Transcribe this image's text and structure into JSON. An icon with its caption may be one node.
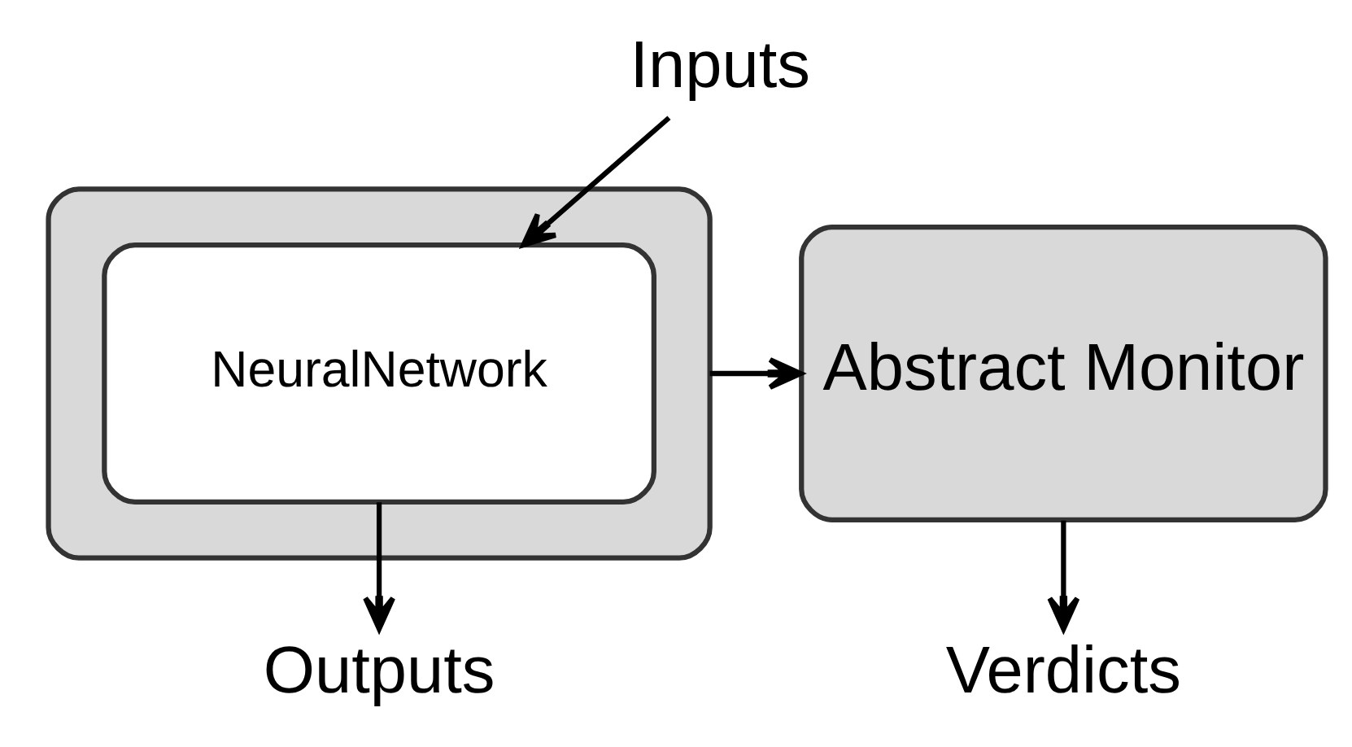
{
  "diagram": {
    "nodes": [
      {
        "text": [
          "Inputs"
        ]
      },
      {
        "text": [],
        "shape": "box"
      },
      {
        "text": [
          "NeuralNetwork"
        ],
        "in": 1
      },
      {
        "text": [
          "Abstract Monitor"
        ]
      },
      {
        "text": [
          "Outputs"
        ]
      },
      {
        "text": [
          "Verdicts"
        ]
      }
    ],
    "edges": [
      {
        "from": 0,
        "to": 2,
        "arrow": "to"
      },
      {
        "from": 2,
        "to": 4,
        "arrow": "to"
      },
      {
        "from": 1,
        "to": 3,
        "arrow": "to"
      },
      {
        "from": 3,
        "to": 5,
        "arrow": "to"
      }
    ]
  }
}
